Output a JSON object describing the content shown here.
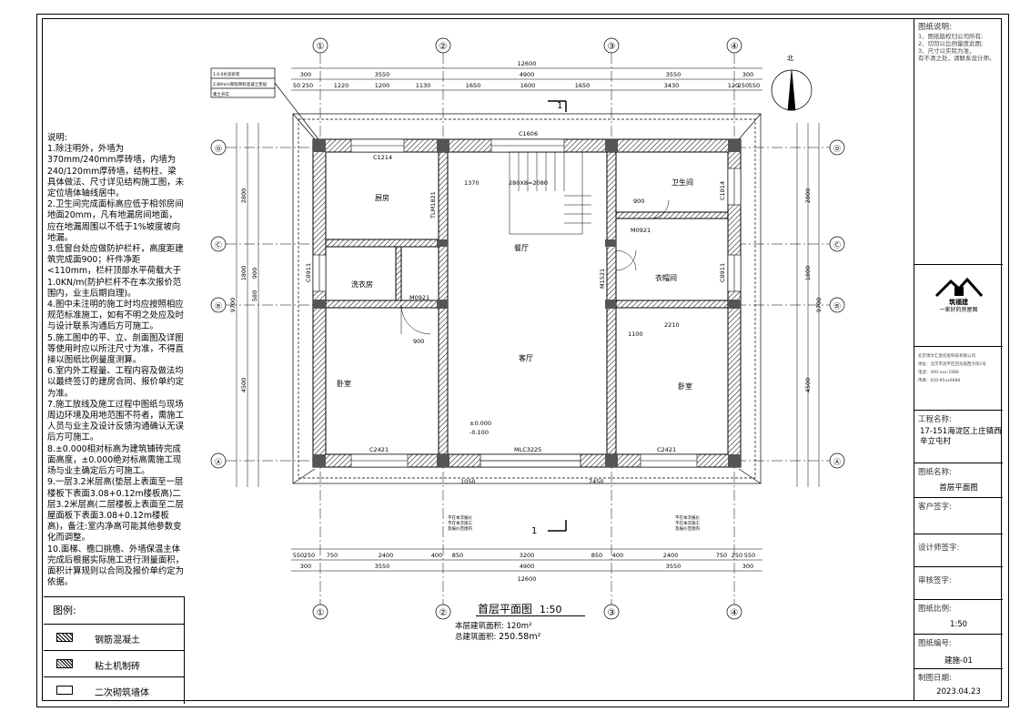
{
  "notes": {
    "title": "说明:",
    "lines": [
      "1.除注明外，外墙为370mm/240mm厚砖墙，内墙为240/120mm厚砖墙，结构柱、梁具体做法、尺寸详见结构施工图，未定位墙体轴线居中。",
      "2.卫生间完成面标高应低于相邻房间地面20mm，凡有地漏房间地面，应在地漏周围以不低于1%坡度坡向地漏。",
      "3.低窗台处应做防护栏杆，高度距建筑完成面900；杆件净距<110mm，栏杆顶部水平荷载大于1.0KN/m(防护栏杆不在本次报价范围内，业主后期自理)。",
      "4.图中未注明的施工时均应按照相应规范标准施工，如有不明之处应及时与设计联系沟通后方可施工。",
      "5.施工图中的平、立、剖面图及详图等使用时应以所注尺寸为准，不得直接以图纸比例量度测算。",
      "6.室内外工程量、工程内容及做法均以最终签订的建房合同、报价单约定为准。",
      "7.施工放线及施工过程中图纸与现场周边环境及用地范围不符者，需施工人员与业主及设计反馈沟通确认无误后方可施工。",
      "8.±0.000相对标高为建筑铺砖完成面高度，±0.000绝对标高需施工现场与业主确定后方可施工。",
      "9.一层3.2米层高(垫层上表面至一层楼板下表面3.08+0.12m楼板高)二层3.2米层高(二层楼板上表面至二层屋面板下表面3.08+0.12m楼板高)，备注:室内净高可能其他参数变化而调整。",
      "10.面梯、檐口挑檐、外墙保温主体完成后根据实际施工进行测量面积，面积计算规则以合同及报价单约定为依据。"
    ]
  },
  "legend": {
    "title": "图例:",
    "items": [
      {
        "label": "钢筋混凝土"
      },
      {
        "label": "粘土机制砖"
      },
      {
        "label": "二次砌筑墙体"
      }
    ]
  },
  "plan": {
    "title": "首层平面图",
    "scale": "1:50",
    "floor_area_label": "本层建筑面积:",
    "floor_area": "120m²",
    "total_area_label": "总建筑面积:",
    "total_area": "250.58m²",
    "north": "北",
    "axes_v": [
      "①",
      "②",
      "③",
      "④"
    ],
    "axes_h": [
      "Ⓐ",
      "Ⓑ",
      "Ⓒ",
      "Ⓓ"
    ],
    "overall": "12600",
    "top_dims_1": [
      "300",
      "3550",
      "4900",
      "3550",
      "300"
    ],
    "top_dims_2": [
      "50",
      "250",
      "1220",
      "1200",
      "1130",
      "1650",
      "1600",
      "1650",
      "3430",
      "120",
      "250",
      "550"
    ],
    "bottom_dims_1": [
      "550",
      "250",
      "750",
      "2400",
      "400",
      "850",
      "3200",
      "850",
      "400",
      "2400",
      "750",
      "250",
      "550"
    ],
    "bottom_dims_2": [
      "300",
      "3550",
      "4900",
      "3550",
      "300"
    ],
    "side_dims": [
      "2800",
      "1800",
      "4500",
      "9700",
      "900",
      "580"
    ],
    "rooms": [
      "厨房",
      "餐厅",
      "卫生间",
      "洗衣房",
      "衣帽间",
      "客厅",
      "卧室",
      "卧室"
    ],
    "labels": [
      "C1606",
      "C1214",
      "C1014",
      "C0911",
      "C0911",
      "M0921",
      "M0921",
      "M1521",
      "TLM1821",
      "C2421",
      "C2421",
      "MLC3225",
      "280X8=2080",
      "1370",
      "1100",
      "2210",
      "1050",
      "7450",
      "900",
      "900"
    ],
    "elevation_1": "±0.000",
    "elevation_2": "-0.100",
    "section_mark": "1",
    "notes_small": [
      "1.0.6水泥砂浆",
      "2.80mm厚轻骨料混凝土垫层",
      "素土夯实",
      "不在本次报价",
      "不在本次施工",
      "及报价范围内"
    ]
  },
  "title_block": {
    "legend_title": "图纸说明:",
    "legend_lines": [
      "1、图纸版权归公司所有;",
      "2、切勿以比例量度此图;",
      "3、尺寸以实际为准，",
      "有不清之处，请联系设计师。"
    ],
    "company": "一家好的房屋图",
    "company_logo_text": "筑福建",
    "company_lines": [
      "北京博文汇星房屋科技有限公司",
      "地址：北京市昌平区回龙观西大街1号",
      "电话：400-xxx-1688",
      "传真：020-85xx6688"
    ],
    "project_label": "工程名称:",
    "project": "17-151海淀区上庄镇西辛立屯村",
    "drawing_name_label": "图纸名称:",
    "drawing_name": "首层平面图",
    "client_sign_label": "客户签字:",
    "designer_sign_label": "设计师签字:",
    "reviewer_sign_label": "审核签字:",
    "scale_label": "图纸比例:",
    "scale": "1:50",
    "number_label": "图纸编号:",
    "number": "建施-01",
    "date_label": "制图日期:",
    "date": "2023.04.23"
  },
  "colors": {
    "line": "#000000",
    "wall_fill": "#ffffff",
    "column": "#555555",
    "axis": "#000000"
  }
}
